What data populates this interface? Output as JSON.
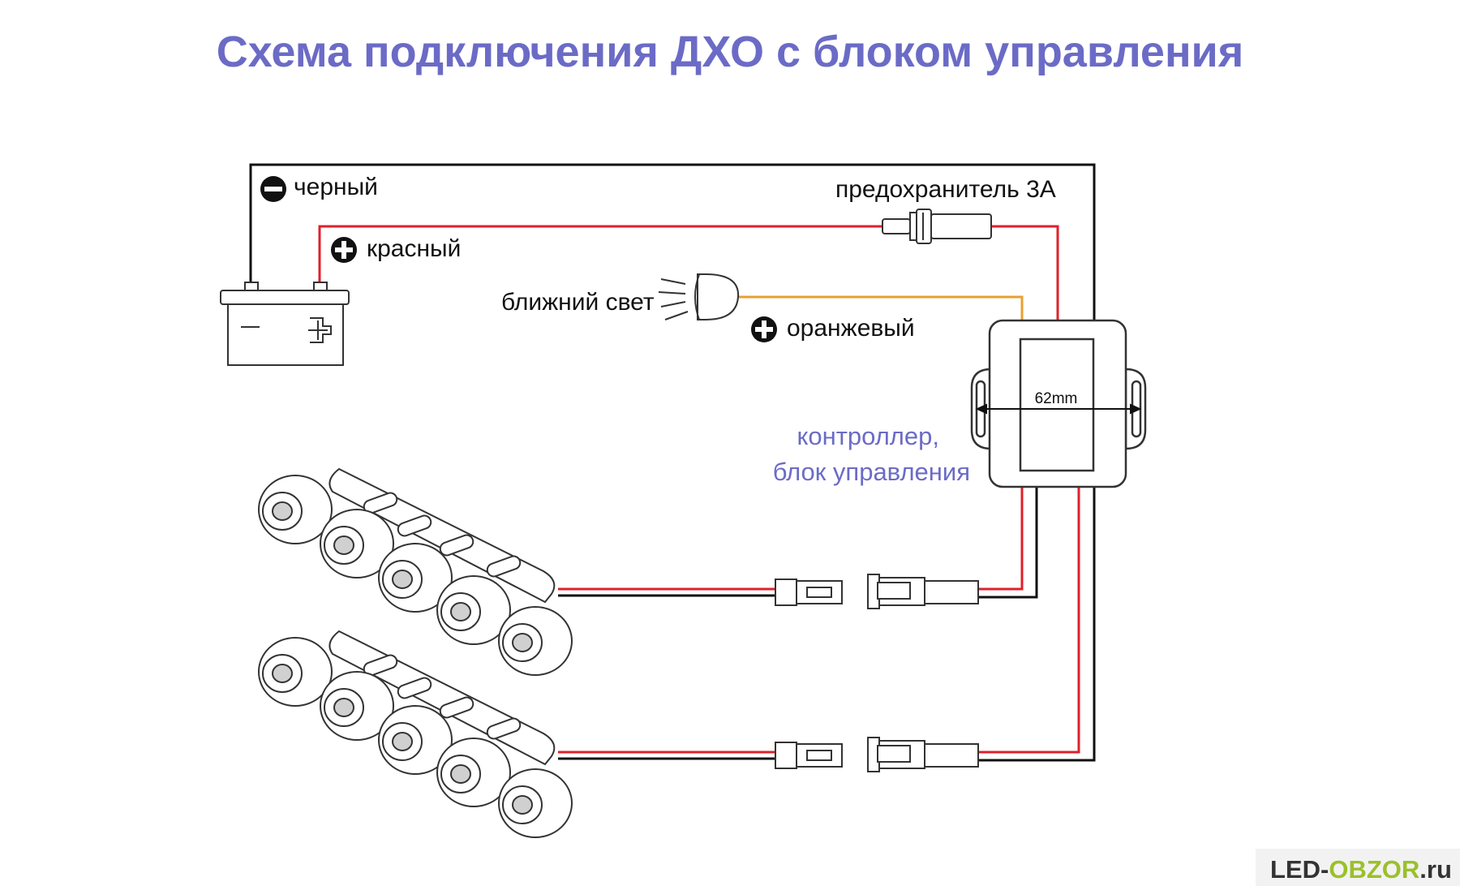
{
  "title": "Схема подключения ДХО с блоком управления",
  "labels": {
    "black": "черный",
    "red": "красный",
    "fuse": "предохранитель 3А",
    "low_beam": "ближний свет",
    "orange": "оранжевый",
    "controller_line1": "контроллер,",
    "controller_line2": "блок  управления",
    "dimension": "62mm"
  },
  "brand": {
    "part1": "LED-",
    "part2": "OBZOR",
    "part3": ".ru"
  },
  "colors": {
    "title": "#6b6bc7",
    "wire_red": "#e0202a",
    "wire_black": "#111111",
    "wire_orange": "#e8a030",
    "brand_green": "#9bc02a",
    "brand_dark": "#333333"
  }
}
